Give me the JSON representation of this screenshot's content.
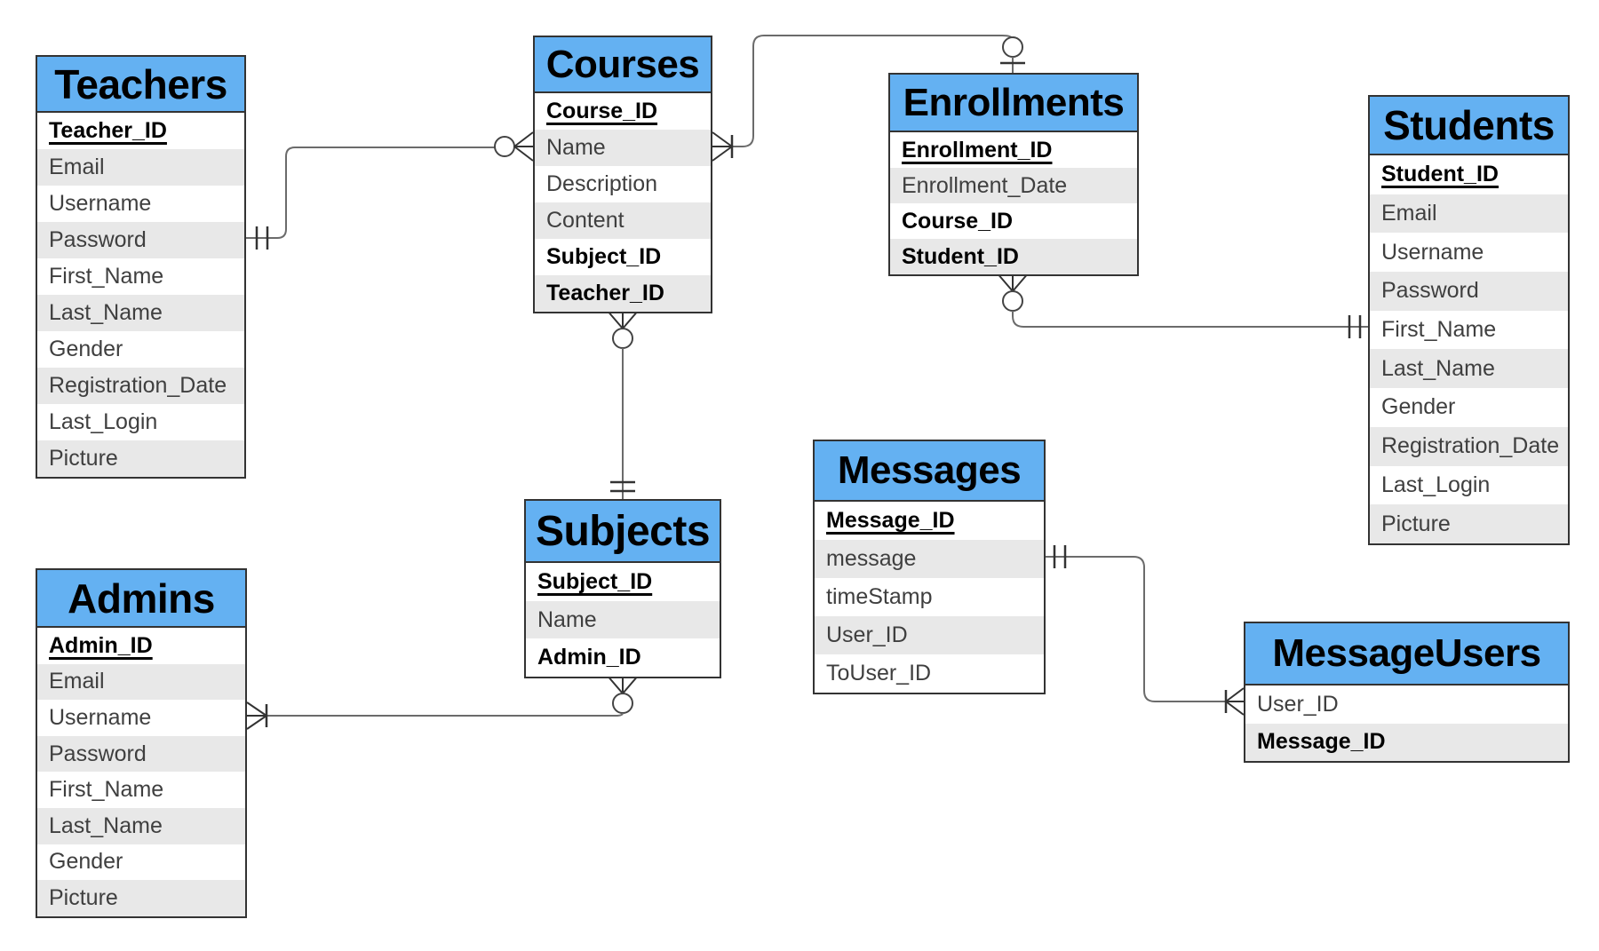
{
  "diagram": {
    "kind": "entity-relationship-diagram",
    "colors": {
      "table_header_fill": "#64B1F2",
      "row_alt_fill": "#E8E8E8",
      "table_border": "#333333",
      "connector_line": "#6b6b6b",
      "cardinality_marker": "#333333"
    }
  },
  "tables": [
    {
      "id": "teachers",
      "title": "Teachers",
      "fields": [
        {
          "label": "Teacher_ID",
          "style": "pk"
        },
        {
          "label": "Email",
          "style": "normal"
        },
        {
          "label": "Username",
          "style": "normal"
        },
        {
          "label": "Password",
          "style": "normal"
        },
        {
          "label": "First_Name",
          "style": "normal"
        },
        {
          "label": "Last_Name",
          "style": "normal"
        },
        {
          "label": "Gender",
          "style": "normal"
        },
        {
          "label": "Registration_Date",
          "style": "normal"
        },
        {
          "label": "Last_Login",
          "style": "normal"
        },
        {
          "label": "Picture",
          "style": "normal"
        }
      ]
    },
    {
      "id": "courses",
      "title": "Courses",
      "fields": [
        {
          "label": "Course_ID",
          "style": "pk"
        },
        {
          "label": "Name",
          "style": "normal"
        },
        {
          "label": "Description",
          "style": "normal"
        },
        {
          "label": "Content",
          "style": "normal"
        },
        {
          "label": "Subject_ID",
          "style": "bold"
        },
        {
          "label": "Teacher_ID",
          "style": "bold"
        }
      ]
    },
    {
      "id": "enrollments",
      "title": "Enrollments",
      "fields": [
        {
          "label": "Enrollment_ID",
          "style": "pk"
        },
        {
          "label": "Enrollment_Date",
          "style": "normal"
        },
        {
          "label": "Course_ID",
          "style": "bold"
        },
        {
          "label": "Student_ID",
          "style": "bold"
        }
      ]
    },
    {
      "id": "students",
      "title": "Students",
      "fields": [
        {
          "label": "Student_ID",
          "style": "pk"
        },
        {
          "label": "Email",
          "style": "normal"
        },
        {
          "label": "Username",
          "style": "normal"
        },
        {
          "label": "Password",
          "style": "normal"
        },
        {
          "label": "First_Name",
          "style": "normal"
        },
        {
          "label": "Last_Name",
          "style": "normal"
        },
        {
          "label": "Gender",
          "style": "normal"
        },
        {
          "label": "Registration_Date",
          "style": "normal"
        },
        {
          "label": "Last_Login",
          "style": "normal"
        },
        {
          "label": "Picture",
          "style": "normal"
        }
      ]
    },
    {
      "id": "subjects",
      "title": "Subjects",
      "fields": [
        {
          "label": "Subject_ID",
          "style": "pk"
        },
        {
          "label": "Name",
          "style": "normal"
        },
        {
          "label": "Admin_ID",
          "style": "bold"
        }
      ]
    },
    {
      "id": "admins",
      "title": "Admins",
      "fields": [
        {
          "label": "Admin_ID",
          "style": "pk"
        },
        {
          "label": "Email",
          "style": "normal"
        },
        {
          "label": "Username",
          "style": "normal"
        },
        {
          "label": "Password",
          "style": "normal"
        },
        {
          "label": "First_Name",
          "style": "normal"
        },
        {
          "label": "Last_Name",
          "style": "normal"
        },
        {
          "label": "Gender",
          "style": "normal"
        },
        {
          "label": "Picture",
          "style": "normal"
        }
      ]
    },
    {
      "id": "messages",
      "title": "Messages",
      "fields": [
        {
          "label": "Message_ID",
          "style": "pk"
        },
        {
          "label": "message",
          "style": "normal"
        },
        {
          "label": "timeStamp",
          "style": "normal"
        },
        {
          "label": "User_ID",
          "style": "normal"
        },
        {
          "label": "ToUser_ID",
          "style": "normal"
        }
      ]
    },
    {
      "id": "messageusers",
      "title": "MessageUsers",
      "fields": [
        {
          "label": "User_ID",
          "style": "normal"
        },
        {
          "label": "Message_ID",
          "style": "bold"
        }
      ]
    }
  ],
  "relationships": [
    {
      "from": "Teachers",
      "to": "Courses",
      "from_cardinality": "one-and-only-one",
      "to_cardinality": "zero-or-many"
    },
    {
      "from": "Courses",
      "to": "Enrollments",
      "from_cardinality": "one-or-many",
      "to_cardinality": "zero-or-one"
    },
    {
      "from": "Enrollments",
      "to": "Students",
      "from_cardinality": "zero-or-many",
      "to_cardinality": "one-and-only-one"
    },
    {
      "from": "Courses",
      "to": "Subjects",
      "from_cardinality": "zero-or-many",
      "to_cardinality": "one-and-only-one"
    },
    {
      "from": "Subjects",
      "to": "Admins",
      "from_cardinality": "zero-or-many",
      "to_cardinality": "one-or-many"
    },
    {
      "from": "Messages",
      "to": "MessageUsers",
      "from_cardinality": "one-and-only-one",
      "to_cardinality": "one-or-many"
    }
  ]
}
